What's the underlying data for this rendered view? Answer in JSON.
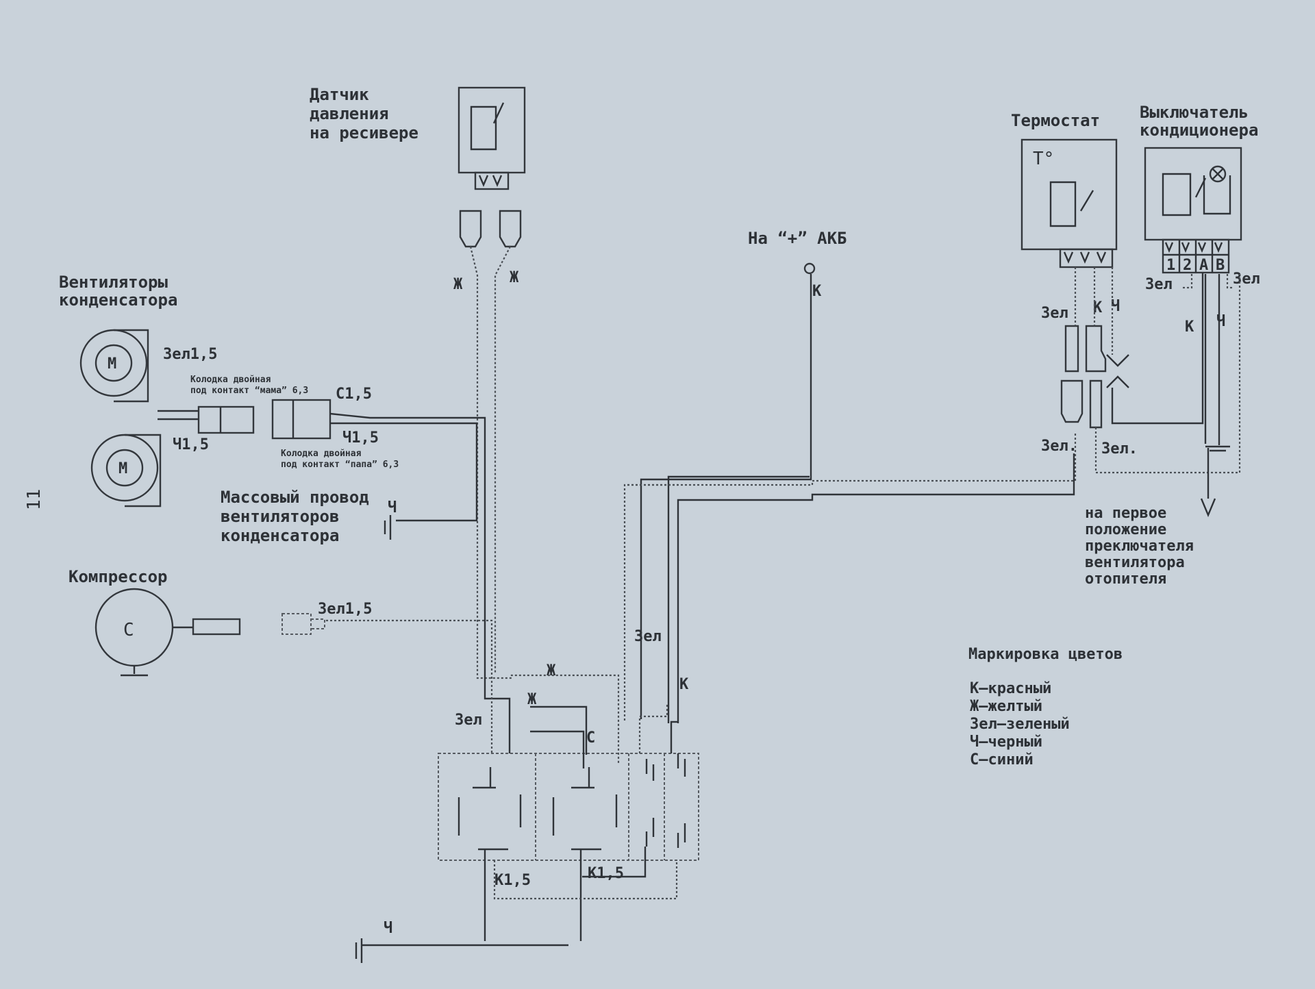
{
  "page_number": "11",
  "labels": {
    "pressure_sensor": [
      "Датчик",
      "давления",
      "на ресивере"
    ],
    "condenser_fans": [
      "Вентиляторы",
      "конденсатора"
    ],
    "thermostat": "Термостат",
    "thermostat_symbol": "T°",
    "ac_switch": [
      "Выключатель",
      "кондиционера"
    ],
    "battery": "На “+” АКБ",
    "compressor": "Компрессор",
    "compressor_symbol": "C",
    "motor_symbol": "M",
    "fan_ground_wire": [
      "Массовый провод",
      "вентиляторов",
      "конденсатора"
    ],
    "connector_mama": [
      "Колодка двойная",
      "под контакт “мама” 6,3"
    ],
    "connector_papa": [
      "Колодка двойная",
      "под контакт “папа” 6,3"
    ],
    "heater_fan_note": [
      "на первое",
      "положение",
      "преключателя",
      "вентилятора",
      "отопителя"
    ],
    "switch_pins": [
      "1",
      "2",
      "A",
      "B"
    ]
  },
  "wire_marks": {
    "zh": "Ж",
    "k": "К",
    "ch": "Ч",
    "zel": "Зел",
    "zel_dot": "Зел.",
    "zel15": "Зел1,5",
    "ch15": "Ч1,5",
    "c15": "С1,5",
    "k15": "К1,5",
    "c": "С"
  },
  "legend": {
    "title": "Маркировка цветов",
    "items": [
      "К–красный",
      "Ж–желтый",
      "Зел–зеленый",
      "Ч–черный",
      "С–синий"
    ]
  }
}
